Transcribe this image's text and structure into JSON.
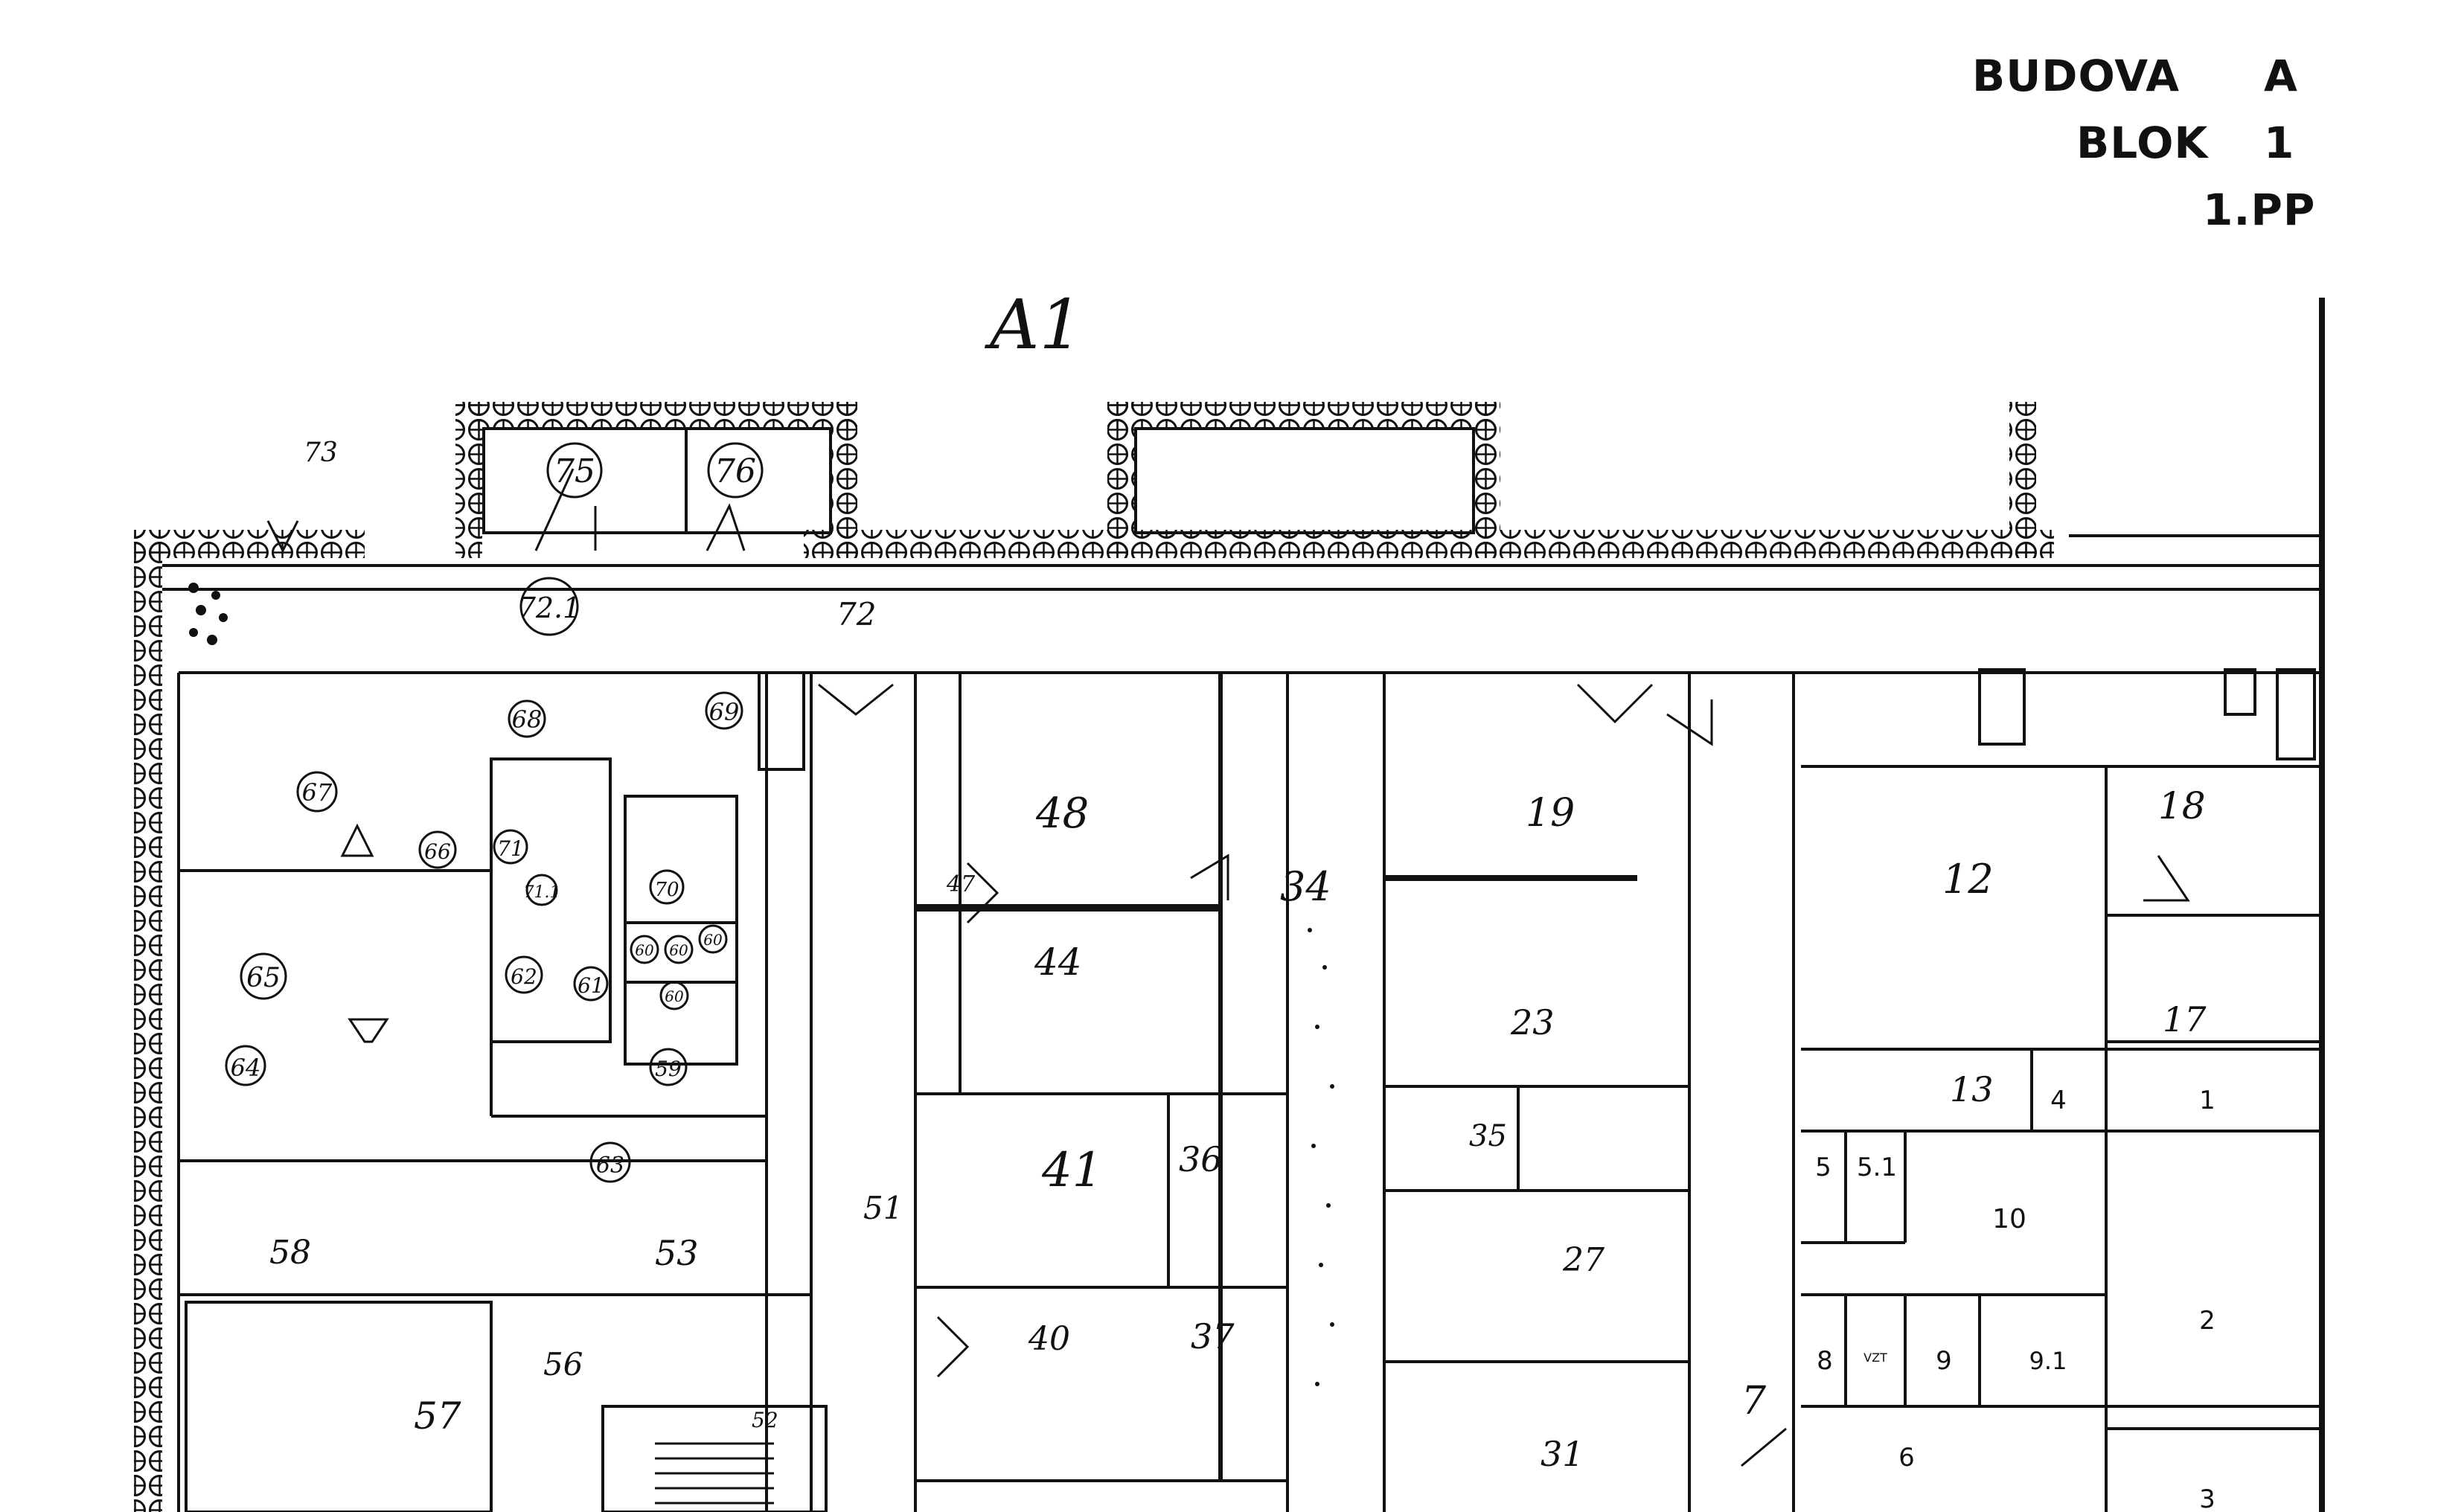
{
  "header": {
    "budova_label": "BUDOVA",
    "budova_value": "A",
    "blok_label": "BLOK",
    "blok_value": "1",
    "floor": "1.PP"
  },
  "plan": {
    "section_label": "A1",
    "rooms": {
      "r75": "75",
      "r76": "76",
      "r73": "73",
      "r72": "72",
      "r721": "72.1",
      "r69": "69",
      "r68": "68",
      "r67": "67",
      "r66": "66",
      "r71": "71",
      "r711": "71.1",
      "r70": "70",
      "r65": "65",
      "r64": "64",
      "r62": "62",
      "r61": "61",
      "r60": "60",
      "r602": "60",
      "r603": "60",
      "r604": "60",
      "r59": "59",
      "r63": "63",
      "r58": "58",
      "r53": "53",
      "r57": "57",
      "r56": "56",
      "r52": "52",
      "r51": "51",
      "r48": "48",
      "r47": "47",
      "r44": "44",
      "r41": "41",
      "r36": "36",
      "r40": "40",
      "r37": "37",
      "r34": "34",
      "r19": "19",
      "r23": "23",
      "r35": "35",
      "r27": "27",
      "r31": "31",
      "r7": "7",
      "r12": "12",
      "r18": "18",
      "r17": "17",
      "r13": "13",
      "r4": "4",
      "r1": "1",
      "r5": "5",
      "r5_1": "5.1",
      "r10": "10",
      "r2": "2",
      "r8": "8",
      "r9": "9",
      "r9_1": "9.1",
      "r6": "6",
      "r3": "3",
      "rvzt": "VZT"
    }
  },
  "colors": {
    "ink": "#111111",
    "paper": "#ffffff"
  }
}
